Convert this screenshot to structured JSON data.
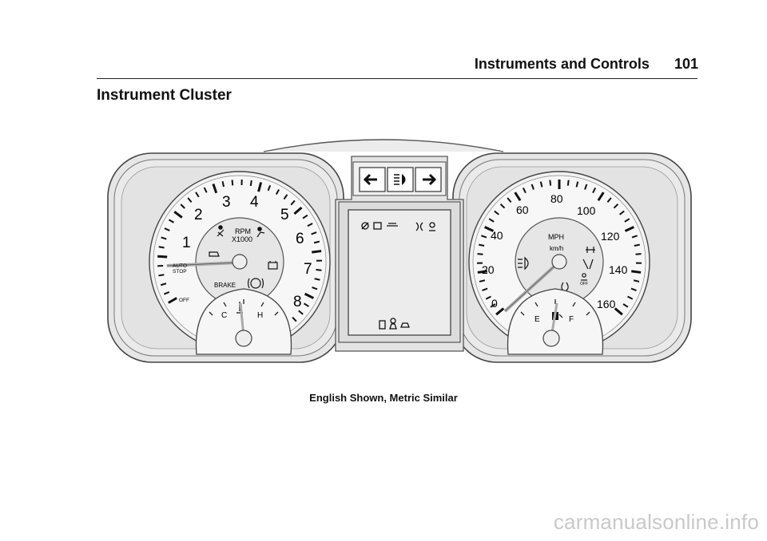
{
  "header": {
    "section_title": "Instruments and Controls",
    "page_number": "101"
  },
  "heading": "Instrument Cluster",
  "figure": {
    "tach": {
      "numbers": [
        "1",
        "2",
        "3",
        "4",
        "5",
        "6",
        "7",
        "8"
      ],
      "unit_line1": "RPM",
      "unit_line2": "X1000",
      "auto_stop_line1": "AUTO",
      "auto_stop_line2": "STOP",
      "off_label": "OFF",
      "brake_label": "BRAKE",
      "temp_cold": "C",
      "temp_hot": "H"
    },
    "speedo": {
      "numbers": [
        "0",
        "20",
        "40",
        "60",
        "80",
        "100",
        "120",
        "140",
        "160"
      ],
      "unit_mph": "MPH",
      "unit_kmh": "km/h",
      "fuel_empty": "E",
      "fuel_full": "F",
      "off_small": "OFF"
    },
    "signals": [
      "turn-left-arrow-icon",
      "high-beam-icon",
      "turn-right-arrow-icon"
    ]
  },
  "caption": "English Shown, Metric Similar",
  "watermark": "carmanualsonline.info"
}
